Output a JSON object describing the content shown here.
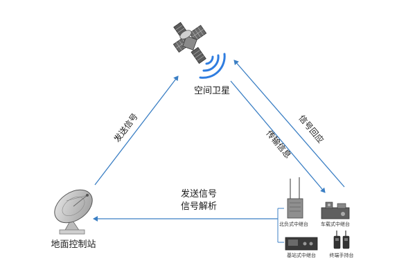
{
  "nodes": {
    "satellite": {
      "label": "空间卫星"
    },
    "ground_station": {
      "label": "地面控制站"
    },
    "equipment": {
      "beidou_repeater": "北负式中继台",
      "vehicle_repeater": "车载式中继台",
      "base_repeater": "基站式中继台",
      "handheld_terminal": "终端手持台"
    }
  },
  "edges": {
    "ground_to_satellite": "发送信号",
    "satellite_to_equipment": "传输信息",
    "equipment_to_satellite": "信号回应",
    "equipment_to_ground_line1": "发送信号",
    "equipment_to_ground_line2": "信号解析"
  },
  "colors": {
    "arrow": "#3b7fc4",
    "signal_wave": "#2f7de0"
  }
}
